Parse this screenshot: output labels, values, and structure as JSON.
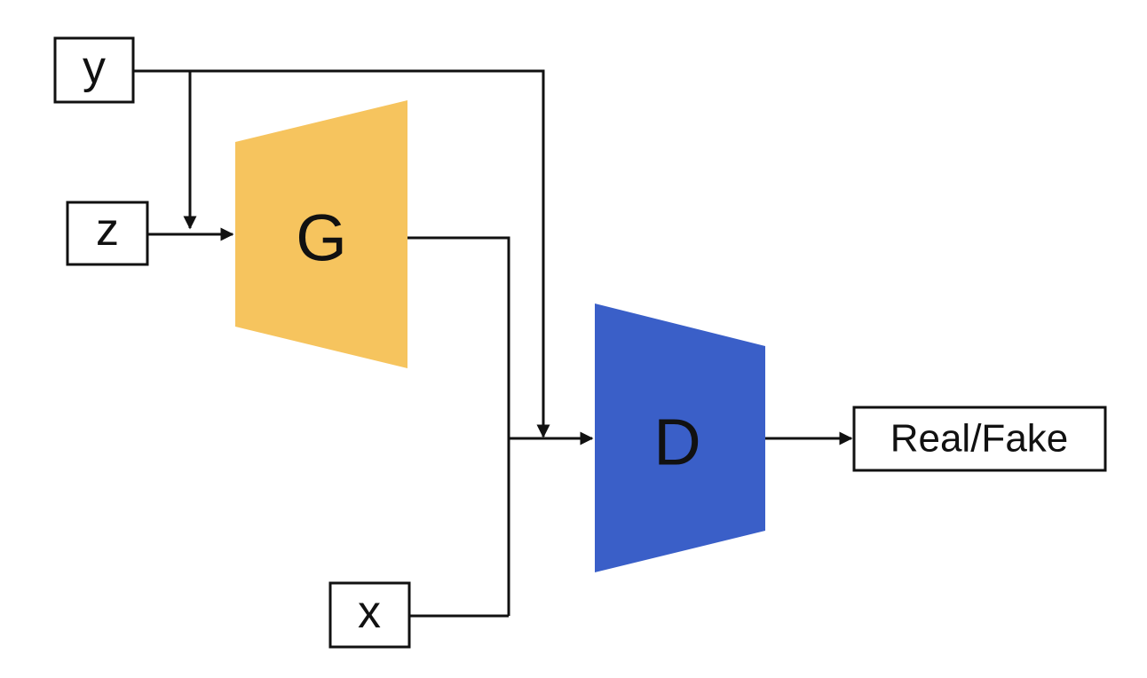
{
  "inputs": {
    "y": "y",
    "z": "z",
    "x": "x"
  },
  "blocks": {
    "generator": {
      "label": "G",
      "color": "#F6C45E"
    },
    "discriminator": {
      "label": "D",
      "color": "#3A5FC8"
    }
  },
  "output": {
    "label": "Real/Fake"
  },
  "colors": {
    "line": "#111111",
    "background": "#FFFFFF"
  }
}
